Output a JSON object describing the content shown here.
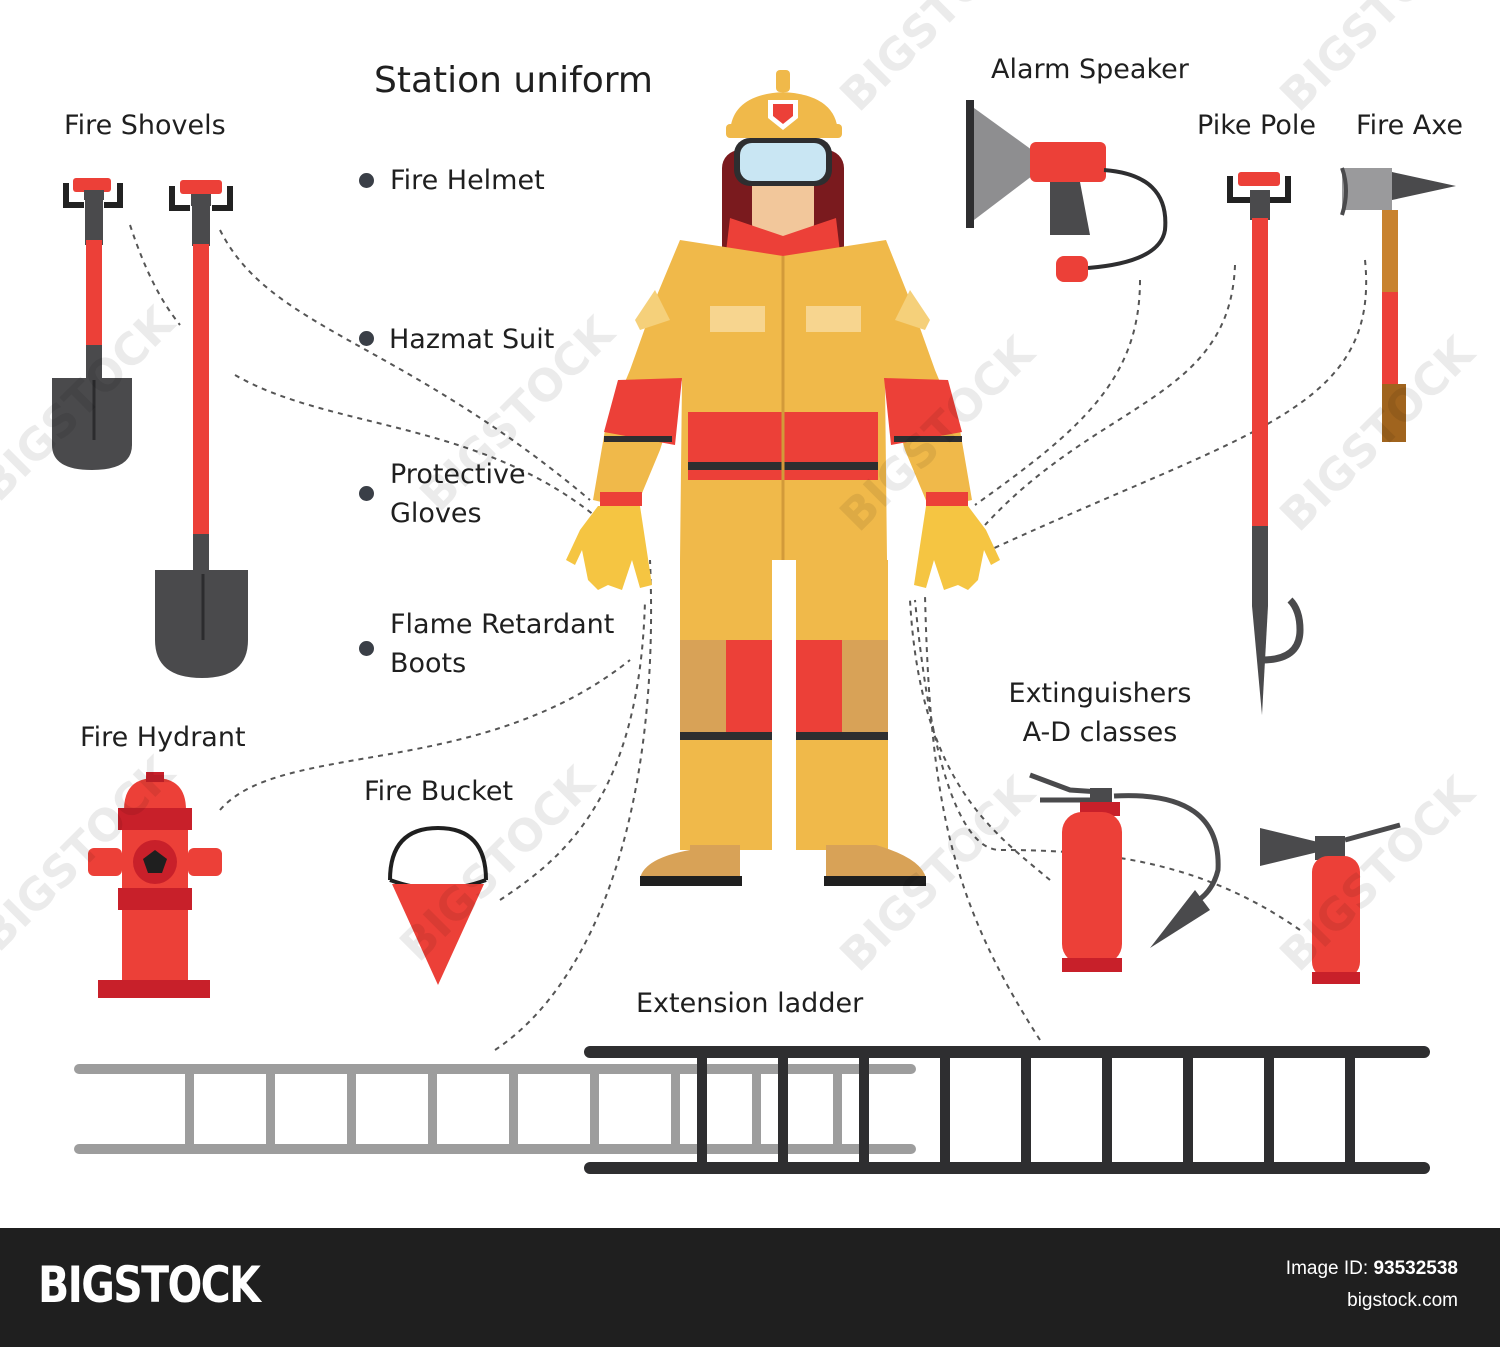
{
  "title": "Station uniform",
  "uniform_items": [
    "Fire Helmet",
    "Hazmat Suit",
    "Protective Gloves",
    "Flame Retardant Boots"
  ],
  "labels": {
    "fire_shovels": "Fire Shovels",
    "alarm_speaker": "Alarm Speaker",
    "pike_pole": "Pike Pole",
    "fire_axe": "Fire Axe",
    "fire_hydrant": "Fire Hydrant",
    "fire_bucket": "Fire Bucket",
    "extinguishers_line1": "Extinguishers",
    "extinguishers_line2": "A-D classes",
    "extension_ladder": "Extension ladder"
  },
  "footer": {
    "brand": "BIGSTOCK",
    "image_id_label": "Image ID:",
    "image_id": "93532538",
    "site": "bigstock.com"
  },
  "watermark": "BIGSTOCK",
  "colors": {
    "red": "#ec4038",
    "dark_red": "#c8202a",
    "suit_yellow": "#f0b94a",
    "suit_tan": "#d8a257",
    "tool_gray": "#4a4a4c",
    "ladder_dark": "#2e2e30",
    "ladder_light": "#9d9d9d",
    "footer_bg": "#1f1f1f"
  }
}
